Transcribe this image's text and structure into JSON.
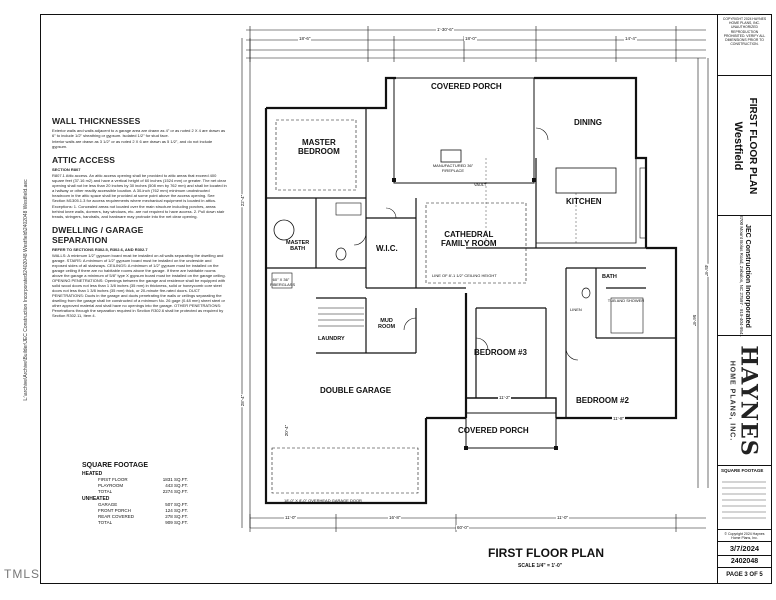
{
  "side_path": "L:\\archive\\Archive\\Builder\\JEC Construction Incorporated\\2402048 Westfield\\2402048 Westfield.aec",
  "notes": {
    "wall_heading": "WALL THICKNESSES",
    "wall_text_1": "Exterior walls and walls adjacent to a garage area are drawn as 4\" or as noted 2 X 4 are drawn as 6\" to include 1/2\" sheathing or gypsum. Isolated 1/2\" for stud face.",
    "wall_text_2": "Interior walls are drawn as 3 1/2\" or as noted 2 X 6 are drawn as 5 1/2\", and do not include gypsum.",
    "attic_heading": "ATTIC ACCESS",
    "attic_section": "SECTION R807",
    "attic_text": "R807.1 Attic access. An attic access opening shall be provided to attic areas that exceed 400 square feet (37.16 m2) and have a vertical height of 60 inches (1524 mm) or greater. The net clear opening shall not be less than 20 inches by 30 inches (508 mm by 762 mm) and shall be located in a hallway or other readily accessible location. A 30-inch (762 mm) minimum unobstructed headroom in the attic space shall be provided at some point above the access opening. See Section M1305.1.3 for access requirements where mechanical equipment is located in attics.",
    "attic_exceptions": "Exceptions: 1. Concealed areas not located over the main structure including porches, areas behind knee walls, dormers, bay windows, etc. are not required to have access. 2. Pull down stair treads, stringers, handrails, and hardware may protrude into the net clear opening.",
    "dwelling_heading_1": "DWELLING / GARAGE",
    "dwelling_heading_2": "SEPARATION",
    "dwelling_ref": "REFER TO SECTIONS R302.5, R302.6, AND R302.7",
    "dwelling_text": "WALLS: A minimum 1/2\" gypsum board must be installed on all walls separating the dwelling and garage. STAIRS: A minimum of 1/2\" gypsum board must be installed on the underside and exposed sides of all stairways. CEILINGS: A minimum of 1/2\" gypsum must be installed on the garage ceiling if there are no habitable rooms above the garage. If there are habitable rooms above the garage a minimum of 5/8\" type X gypsum board must be installed on the garage ceiling. OPENING PENETRATIONS: Openings between the garage and residence shall be equipped with solid wood doors not less than 1 3/8 inches (35 mm) in thickness, solid or honeycomb core steel doors not less than 1 3/8 inches (35 mm) thick, or 20-minute fire-rated doors. DUCT PENETRATIONS: Ducts in the garage and ducts penetrating the walls or ceilings separating the dwelling from the garage shall be constructed of a minimum No. 26 gage (0.48 mm) sheet steel or other approved material and shall have no openings into the garage. OTHER PENETRATIONS: Penetrations through the separation required in Section R302.6 shall be protected as required by Section R302.11, Item 4."
  },
  "square_footage": {
    "heading": "SQUARE FOOTAGE",
    "heated_label": "HEATED",
    "heated": [
      {
        "name": "FIRST FLOOR",
        "value": "1831 SQ.FT."
      },
      {
        "name": "PLAYROOM",
        "value": "443 SQ.FT."
      },
      {
        "name": "TOTAL",
        "value": "2274 SQ.FT."
      }
    ],
    "unheated_label": "UNHEATED",
    "unheated": [
      {
        "name": "GARAGE",
        "value": "507 SQ.FT."
      },
      {
        "name": "FRONT PORCH",
        "value": "124 SQ.FT."
      },
      {
        "name": "REAR COVERED",
        "value": "278 SQ.FT."
      },
      {
        "name": "TOTAL",
        "value": "909 SQ.FT."
      }
    ]
  },
  "rooms": {
    "covered_porch_rear": "COVERED PORCH",
    "dining": "DINING",
    "master_bedroom_1": "MASTER",
    "master_bedroom_2": "BEDROOM",
    "kitchen": "KITCHEN",
    "cathedral_1": "CATHEDRAL",
    "cathedral_2": "FAMILY ROOM",
    "master_bath_1": "MASTER",
    "master_bath_2": "BATH",
    "wic": "W.I.C.",
    "bath": "BATH",
    "mud_room_1": "MUD",
    "mud_room_2": "ROOM",
    "laundry": "LAUNDRY",
    "bedroom3": "BEDROOM #3",
    "bedroom2": "BEDROOM #2",
    "double_garage": "DOUBLE GARAGE",
    "covered_porch_front": "COVERED PORCH",
    "fireplace": "MANUFACTURED 36\" FIREPLACE",
    "vault": "VAULT",
    "garage_door": "18'-0\" X 8'-0\" OVERHEAD GARAGE DOOR",
    "linen": "LINEN",
    "tub": "TUB AND SHOWER",
    "shower": "60\" X 36\" FIBERGLASS"
  },
  "dims": {
    "top_overall": "1'-30'-6\"",
    "top_a": "18'-6\"",
    "top_b": "14'-4\"",
    "top_c": "18'-0\"",
    "left_a": "22'-4\"",
    "left_b": "28'-4\"",
    "overall_depth": "56'-8\"",
    "right_a": "45'-8\"",
    "bottom_a": "11'-0\"",
    "bottom_b": "16'-8\"",
    "bottom_c": "11'-0\"",
    "bottom_total": "60'-0\"",
    "garage_depth": "20'-4\"",
    "bed2_w": "11'-8\"",
    "bed3_w": "11'-2\"",
    "ceiling_note": "LINE OF 8'-1 1/2\" CEILING HEIGHT"
  },
  "title_block": {
    "notice": "COPYRIGHT 2024 HAYNES HOME PLANS, INC. UNAUTHORIZED REPRODUCTION PROHIBITED. VERIFY ALL DIMENSIONS PRIOR TO CONSTRUCTION.",
    "plan_name": "FIRST FLOOR PLAN",
    "project": "Westfield",
    "client": "JEC Construction Incorporated",
    "address": "3700 Mount Bolus Road, Zebulon, NC 27597 · 919-404-9541",
    "brand": "HAYNES",
    "brand_sub": "HOME PLANS, INC.",
    "sqft_label": "SQUARE FOOTAGE",
    "copyright": "© Copyright 2024 Haynes Home Plans, Inc.",
    "date": "3/7/2024",
    "plan_no": "2402048",
    "page": "PAGE 3 OF 5"
  },
  "footer": {
    "title": "FIRST FLOOR PLAN",
    "scale": "SCALE 1/4\" = 1'-0\""
  },
  "mls": "TMLS"
}
